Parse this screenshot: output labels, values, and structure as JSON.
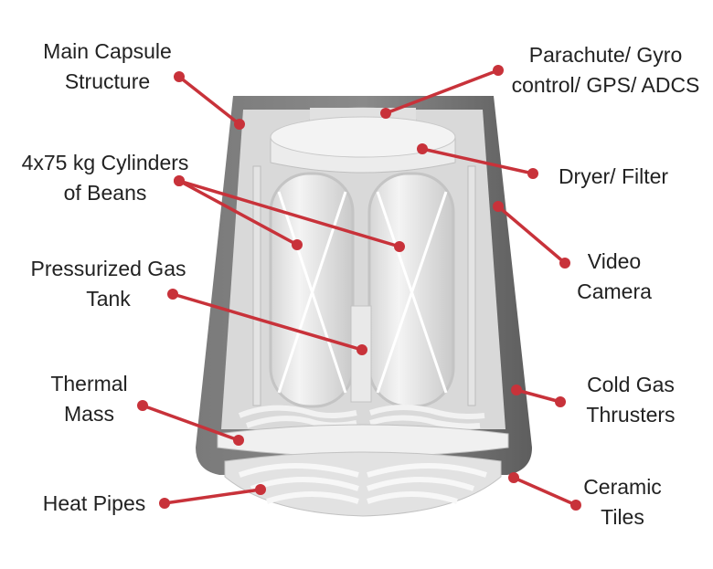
{
  "colors": {
    "callout": "#c8323a",
    "shell": "#6e6e6e",
    "shell_dark": "#555555",
    "inner": "#dcdcdc",
    "part": "#eeeeee",
    "part_edge": "#bdbdbd"
  },
  "labels": {
    "main_capsule": [
      "Main Capsule",
      "Structure"
    ],
    "parachute": [
      "Parachute/ Gyro",
      "control/ GPS/ ADCS"
    ],
    "cylinders": [
      "4x75 kg Cylinders",
      "of Beans"
    ],
    "dryer": [
      "Dryer/ Filter"
    ],
    "gas_tank": [
      "Pressurized Gas",
      "Tank"
    ],
    "video": [
      "Video",
      "Camera"
    ],
    "thermal": [
      "Thermal",
      "Mass"
    ],
    "thrusters": [
      "Cold Gas",
      "Thrusters"
    ],
    "heat_pipes": [
      "Heat Pipes"
    ],
    "tiles": [
      "Ceramic",
      "Tiles"
    ]
  }
}
